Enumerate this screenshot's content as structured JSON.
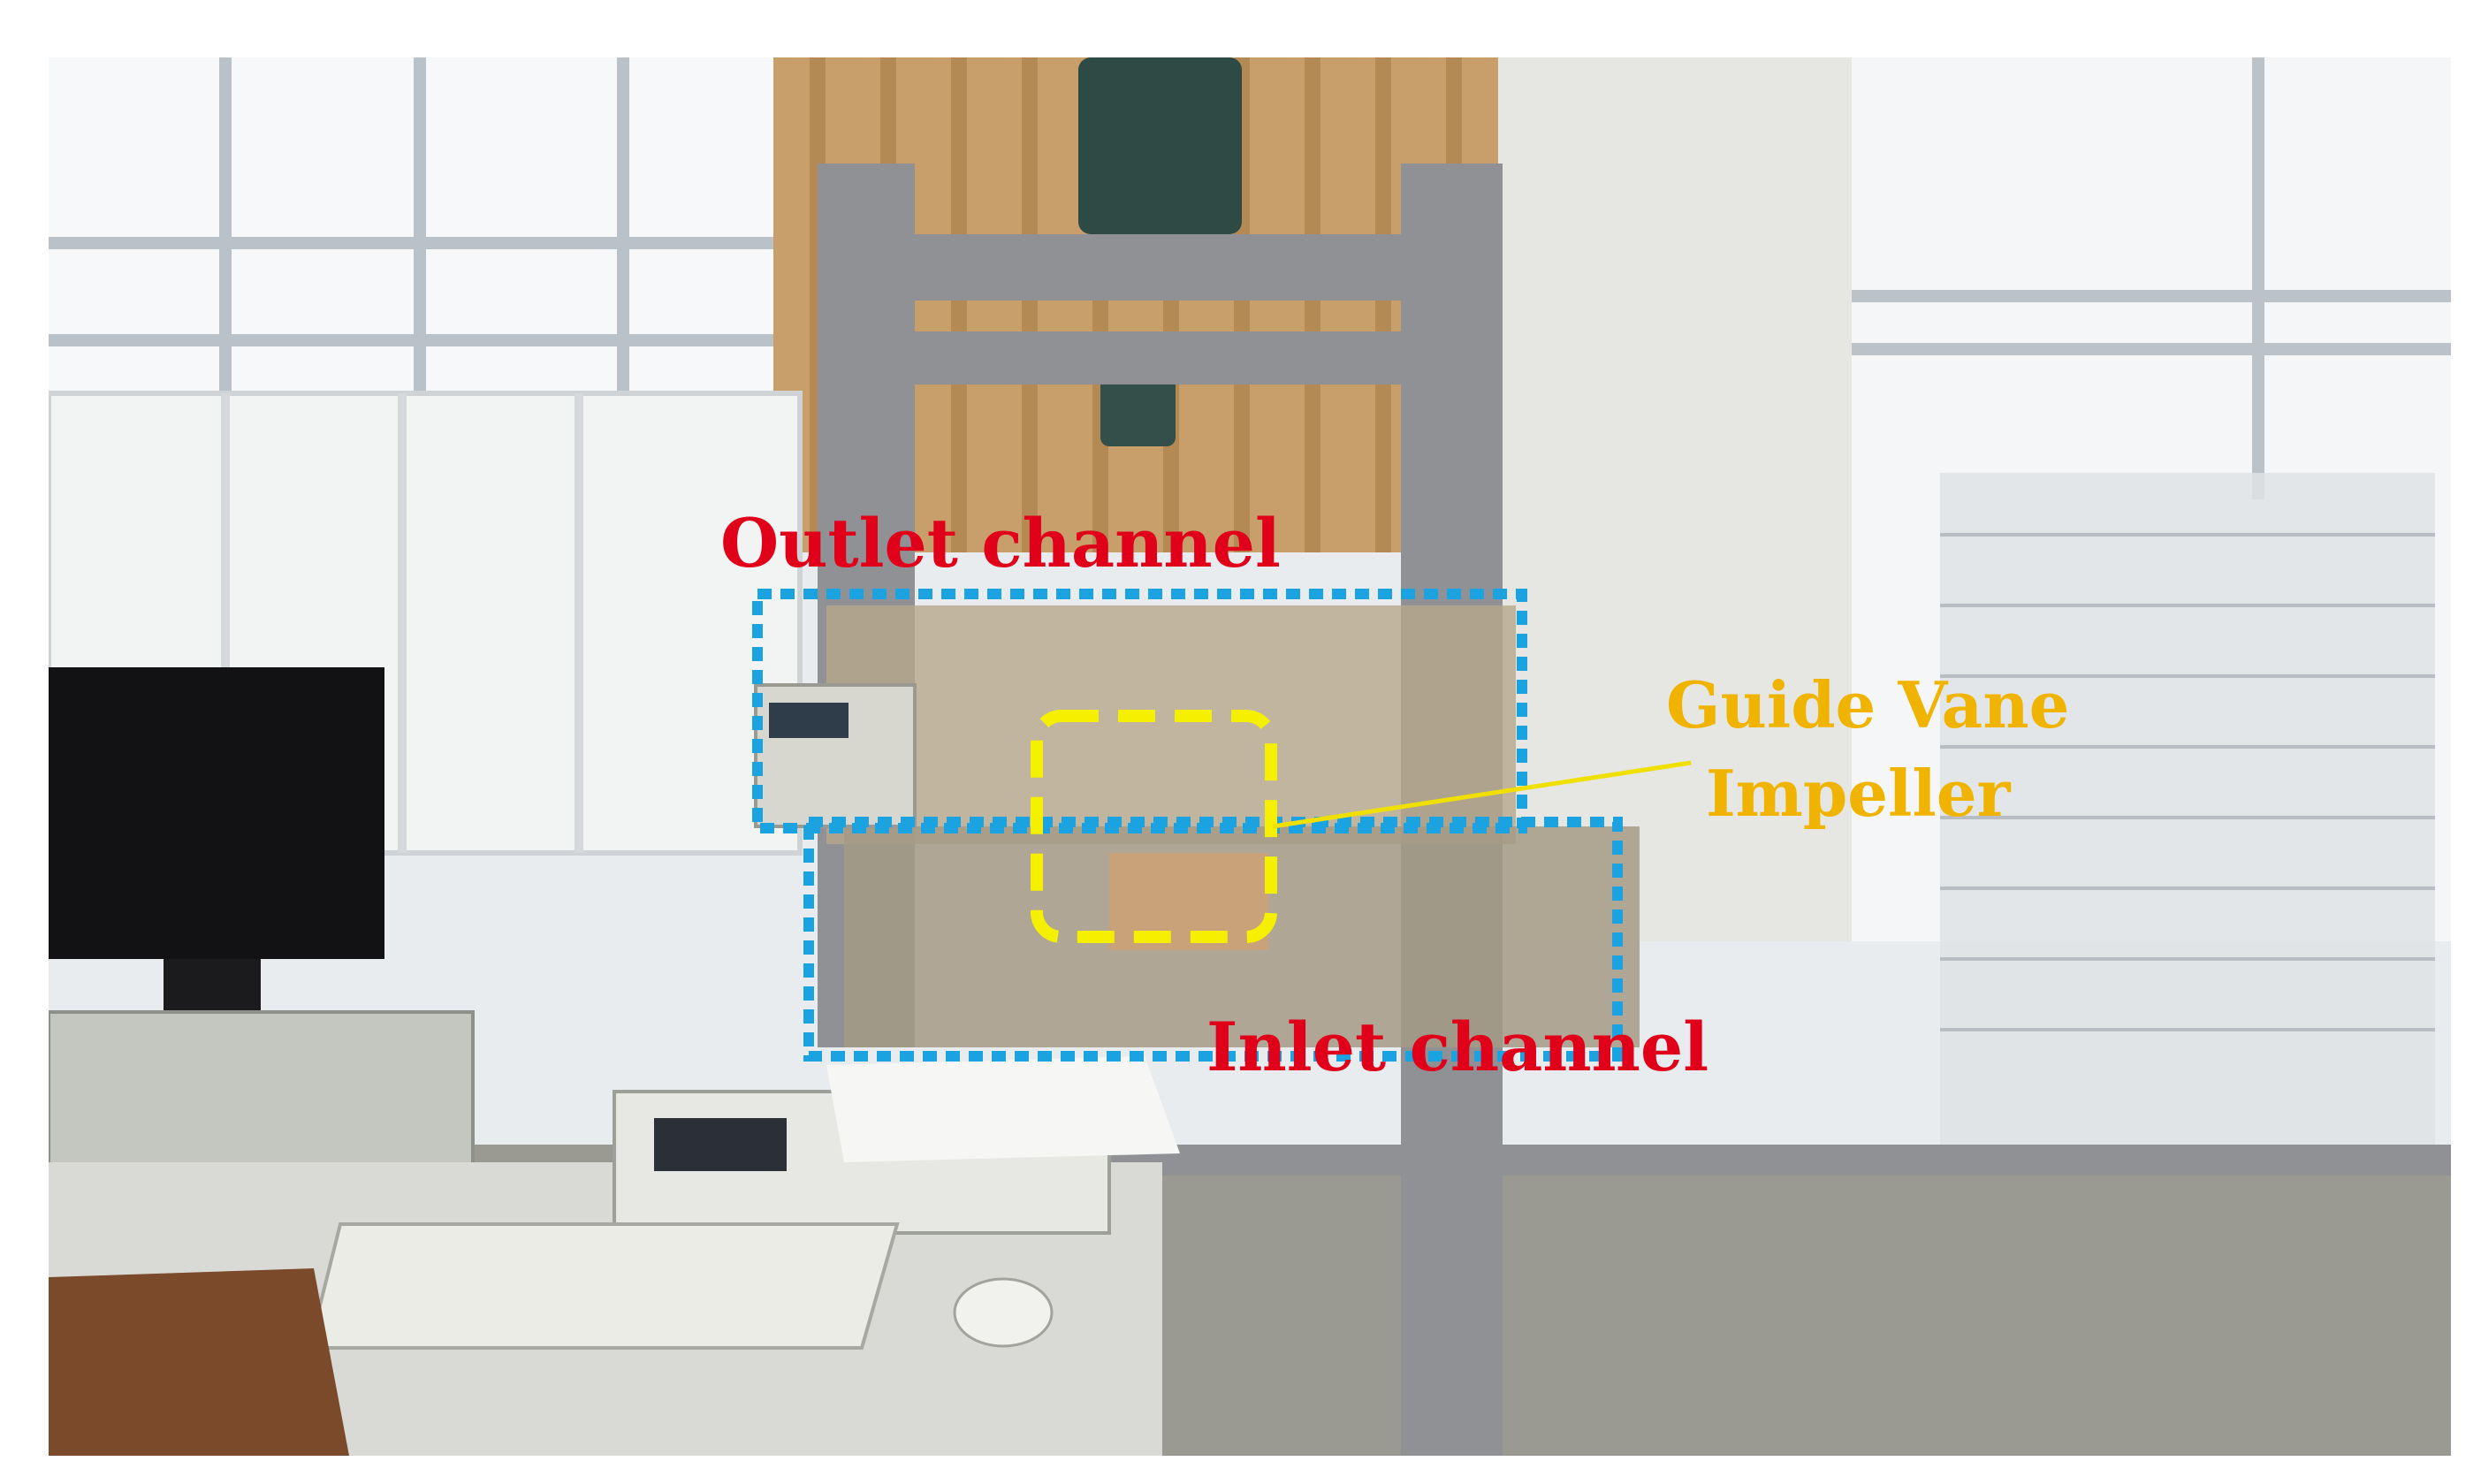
{
  "labels": {
    "outlet": "Outlet channel",
    "inlet": "Inlet channel",
    "guide_vane": "Guide Vane",
    "impeller": "Impeller"
  },
  "colors": {
    "outlet_label": "#e1001a",
    "inlet_label": "#e1001a",
    "guide_label": "#f0b400",
    "channel_box": "#1aa3e0",
    "impeller_box": "#f5f000",
    "leader_line": "#f0e000"
  }
}
